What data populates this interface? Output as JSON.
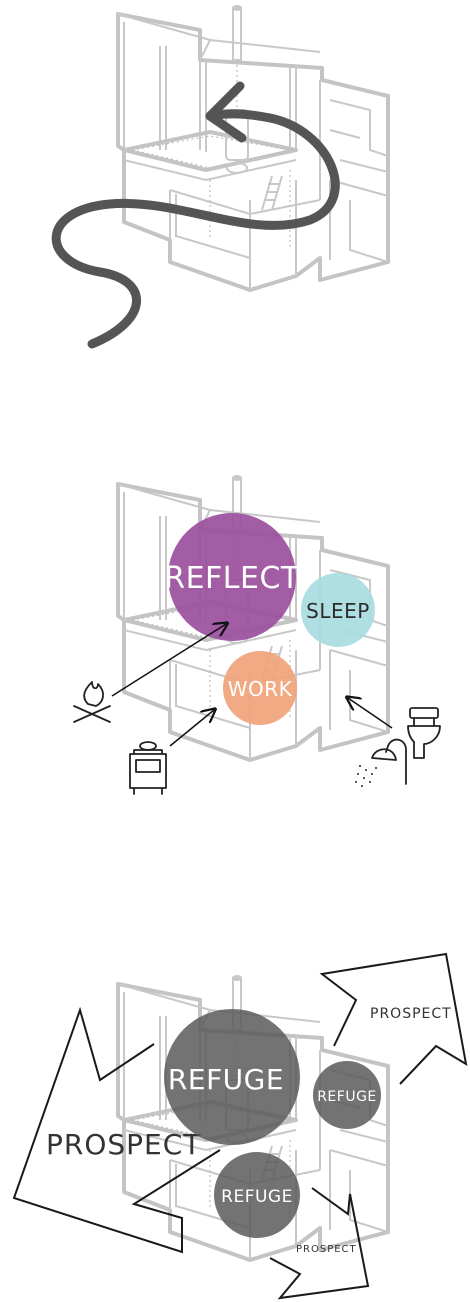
{
  "panels": {
    "movement": {},
    "program": {
      "circles": [
        {
          "label": "REFLECT",
          "color": "#9a4f9c"
        },
        {
          "label": "SLEEP",
          "color": "#a8dce0"
        },
        {
          "label": "WORK",
          "color": "#f0a37a"
        }
      ],
      "icons": [
        "campfire-icon",
        "stove-icon",
        "shower-icon",
        "toilet-icon"
      ]
    },
    "refuge_prospect": {
      "refuges": [
        {
          "label": "REFUGE"
        },
        {
          "label": "REFUGE"
        },
        {
          "label": "REFUGE"
        }
      ],
      "prospects": [
        {
          "label": "PROSPECT"
        },
        {
          "label": "PROSPECT"
        },
        {
          "label": "PROSPECT"
        }
      ],
      "refuge_color": "#5a5a5a"
    }
  }
}
